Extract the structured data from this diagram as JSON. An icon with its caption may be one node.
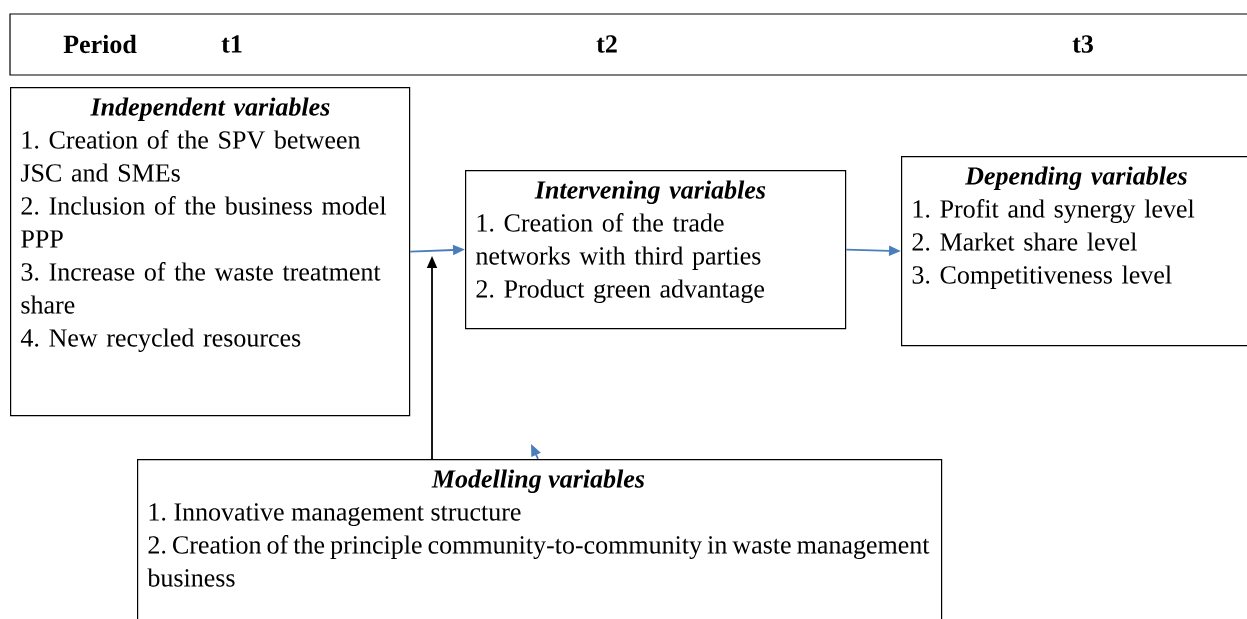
{
  "diagram": {
    "nodes": [
      {
        "text": [
          "Period",
          "t1",
          "t2",
          "t3"
        ]
      },
      {
        "text": [
          "Independent variables",
          "1. Creation of the SPV between JSC and SMEs",
          "2. Inclusion of the business model PPP",
          "3. Increase of the waste treatment share",
          "4. New recycled resources"
        ]
      },
      {
        "text": [
          "Intervening variables",
          "1. Creation of the trade networks with third parties",
          "2. Product green advantage"
        ]
      },
      {
        "text": [
          "Depending variables",
          "1. Profit and synergy level",
          "2. Market share level",
          "3. Competitiveness level"
        ]
      },
      {
        "text": [
          "Modelling variables",
          "1. Innovative management structure",
          "2. Creation of the principle community-to-community in waste management business"
        ]
      }
    ],
    "edges": [
      {
        "from": 1,
        "to": 2,
        "arrow": "to"
      },
      {
        "from": 2,
        "to": 3,
        "arrow": "to"
      },
      {
        "from": 4,
        "to": null,
        "arrow": "to",
        "color": "#000000"
      },
      {
        "from": 4,
        "to": null,
        "arrow": "to"
      }
    ]
  }
}
